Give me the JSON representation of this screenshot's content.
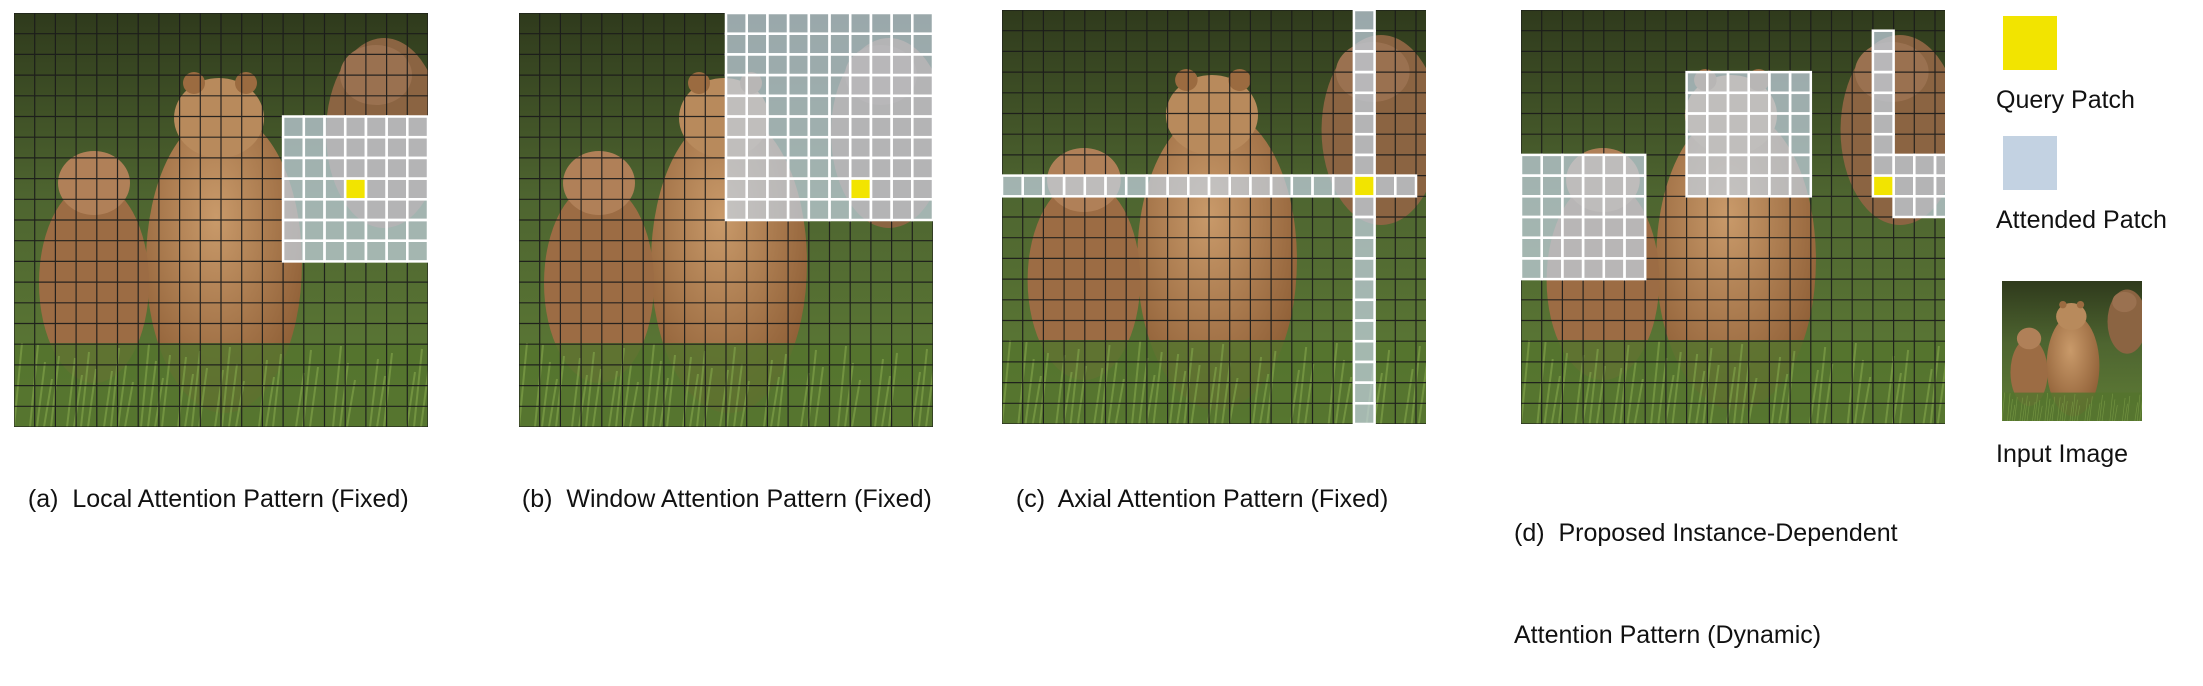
{
  "panels": [
    {
      "caption_line1": "(a)  Local Attention Pattern (Fixed)",
      "caption_line2": ""
    },
    {
      "caption_line1": "(b)  Window Attention Pattern (Fixed)",
      "caption_line2": ""
    },
    {
      "caption_line1": "(c)  Axial Attention Pattern (Fixed)",
      "caption_line2": ""
    },
    {
      "caption_line1": "(d)  Proposed Instance-Dependent",
      "caption_line2": "Attention Pattern (Dynamic)"
    }
  ],
  "legend": {
    "query_label": "Query Patch",
    "attended_label": "Attended Patch",
    "input_label": "Input Image"
  },
  "colors": {
    "query": "#f2e400",
    "attended": "#c3d2e2",
    "grid": "#1a1a1a",
    "highlight_border": "#ffffff"
  }
}
